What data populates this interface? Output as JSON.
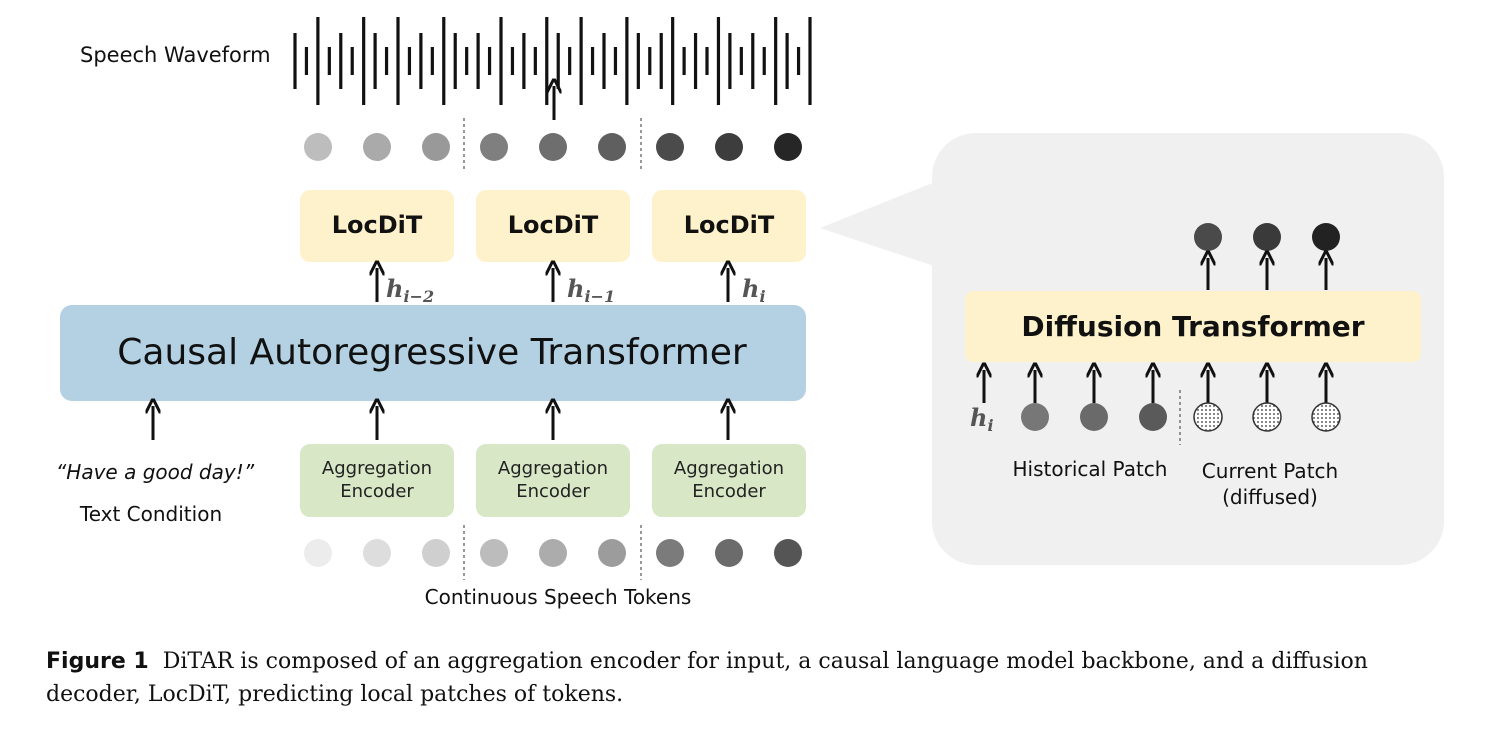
{
  "waveform": {
    "label": "Speech Waveform",
    "bar_levels": [
      2,
      1,
      3,
      1,
      2,
      1,
      3,
      2,
      1,
      3,
      1,
      2,
      1,
      3,
      2,
      1,
      2,
      1,
      3,
      1,
      2,
      1,
      3,
      2,
      1,
      3,
      1,
      2,
      1,
      3,
      2,
      1,
      2,
      3,
      1,
      2,
      1,
      3,
      2,
      1,
      2,
      1,
      3,
      2,
      1,
      3
    ]
  },
  "output_tokens": {
    "colors": [
      "#bdbdbd",
      "#aaaaaa",
      "#999999",
      "#7f7f7f",
      "#6e6e6e",
      "#5f5f5f",
      "#4b4b4b",
      "#3d3d3d",
      "#262626"
    ]
  },
  "input_tokens": {
    "label": "Continuous Speech Tokens",
    "colors": [
      "#ececec",
      "#dddddd",
      "#cfcfcf",
      "#bcbcbc",
      "#acacac",
      "#9c9c9c",
      "#7b7b7b",
      "#6b6b6b",
      "#555555"
    ]
  },
  "locdit": {
    "blocks": [
      "LocDiT",
      "LocDiT",
      "LocDiT"
    ],
    "fill": "#fdf2cc"
  },
  "hidden_states": [
    {
      "base": "h",
      "sub": "i−2"
    },
    {
      "base": "h",
      "sub": "i−1"
    },
    {
      "base": "h",
      "sub": "i"
    }
  ],
  "backbone": {
    "label": "Causal Autoregressive Transformer",
    "fill": "#b3d1e3"
  },
  "encoders": {
    "line1": "Aggregation",
    "line2": "Encoder",
    "fill": "#d8e7c6",
    "count": 3
  },
  "text_condition": {
    "quote": "“Have a good day!”",
    "label": "Text Condition"
  },
  "detail_panel": {
    "fill": "#f0f0f0",
    "title": "Diffusion Transformer",
    "title_fill": "#fdf2cc",
    "h_base": "h",
    "h_sub": "i",
    "output_colors": [
      "#4a4a4a",
      "#3a3a3a",
      "#222222"
    ],
    "historical_colors": [
      "#777777",
      "#6a6a6a",
      "#5a5a5a"
    ],
    "historical_label": "Historical Patch",
    "current_label_1": "Current Patch",
    "current_label_2": "(diffused)"
  },
  "caption": {
    "label": "Figure 1",
    "text": "DiTAR is composed of an aggregation encoder for input, a causal language model backbone, and a diffusion decoder, LocDiT, predicting local patches of tokens."
  }
}
